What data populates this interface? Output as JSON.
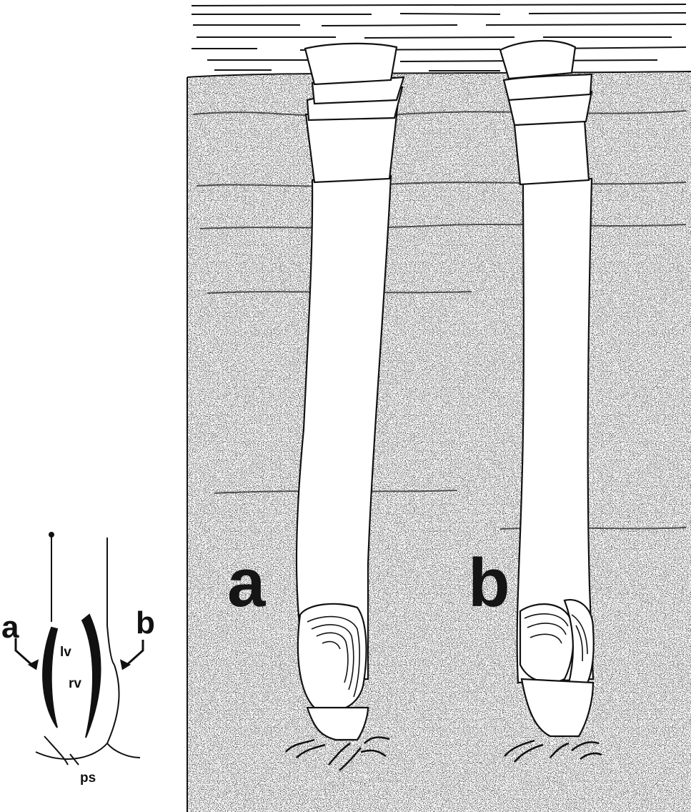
{
  "figure": {
    "panel_labels": {
      "a": "a",
      "b": "b"
    },
    "inset": {
      "label_a": "a",
      "label_b": "b",
      "left_valve": "lv",
      "right_valve": "rv",
      "pedal_sinus": "ps"
    }
  },
  "colors": {
    "ink": "#111111",
    "sediment_dot": "#1a1a1a",
    "animal_fill": "#ffffff",
    "background": "#ffffff"
  },
  "icons": {
    "arrow_left_inset": "arrow-pointing-to-left-valve",
    "arrow_right_inset": "arrow-pointing-to-right-side"
  }
}
